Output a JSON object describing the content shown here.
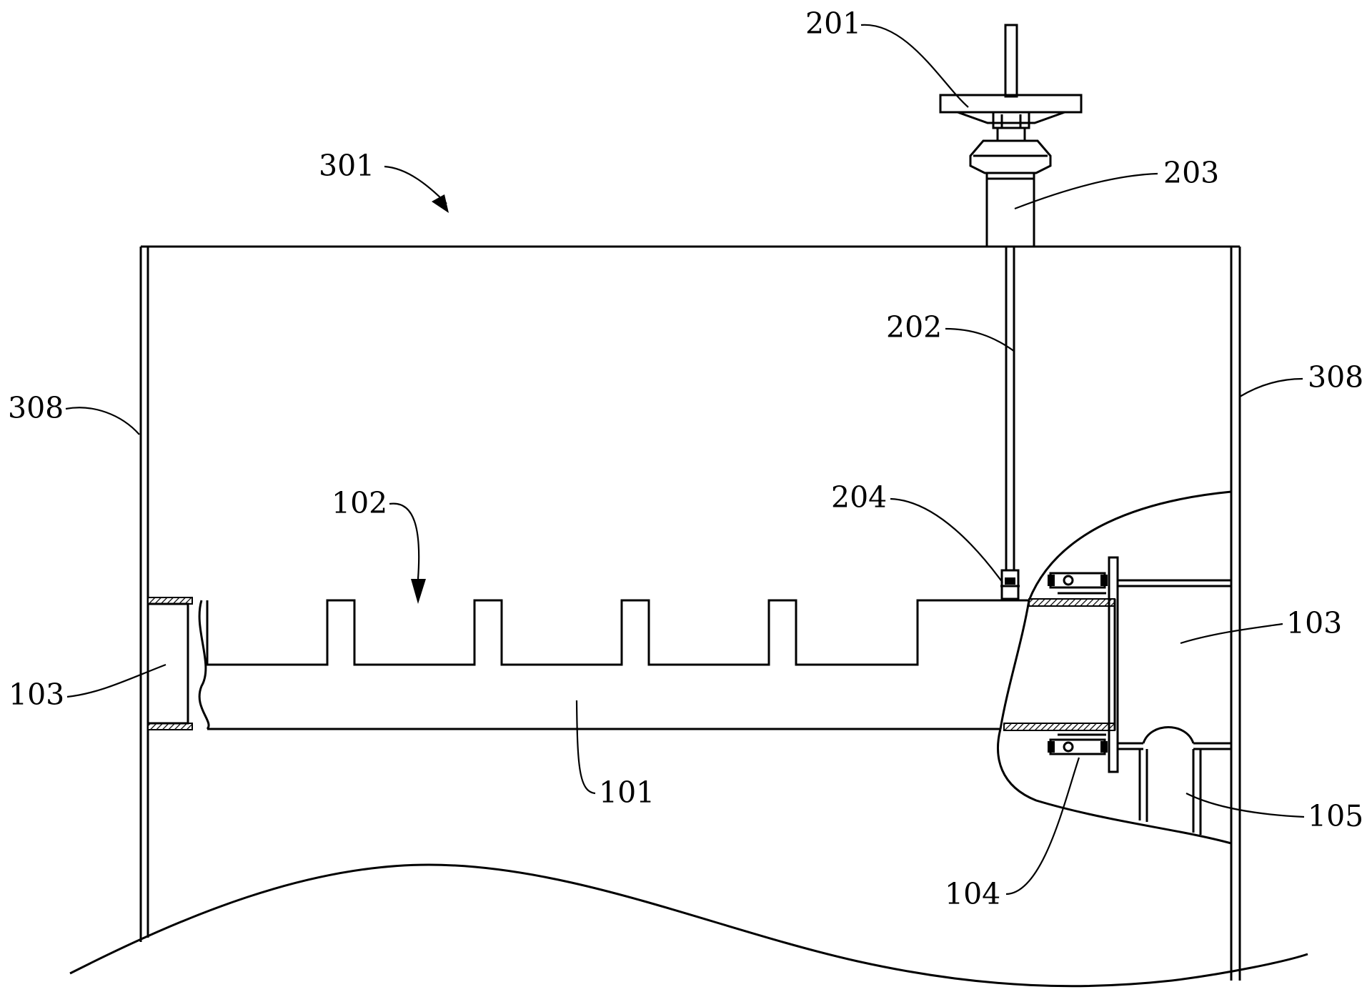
{
  "figure": {
    "labels": {
      "l201": "201",
      "l203": "203",
      "l301": "301",
      "l202": "202",
      "l308_left": "308",
      "l308_right": "308",
      "l102": "102",
      "l204": "204",
      "l103_right": "103",
      "l103_left": "103",
      "l101": "101",
      "l105": "105",
      "l104": "104"
    },
    "colors": {
      "line": "#000000",
      "background": "#ffffff"
    }
  }
}
